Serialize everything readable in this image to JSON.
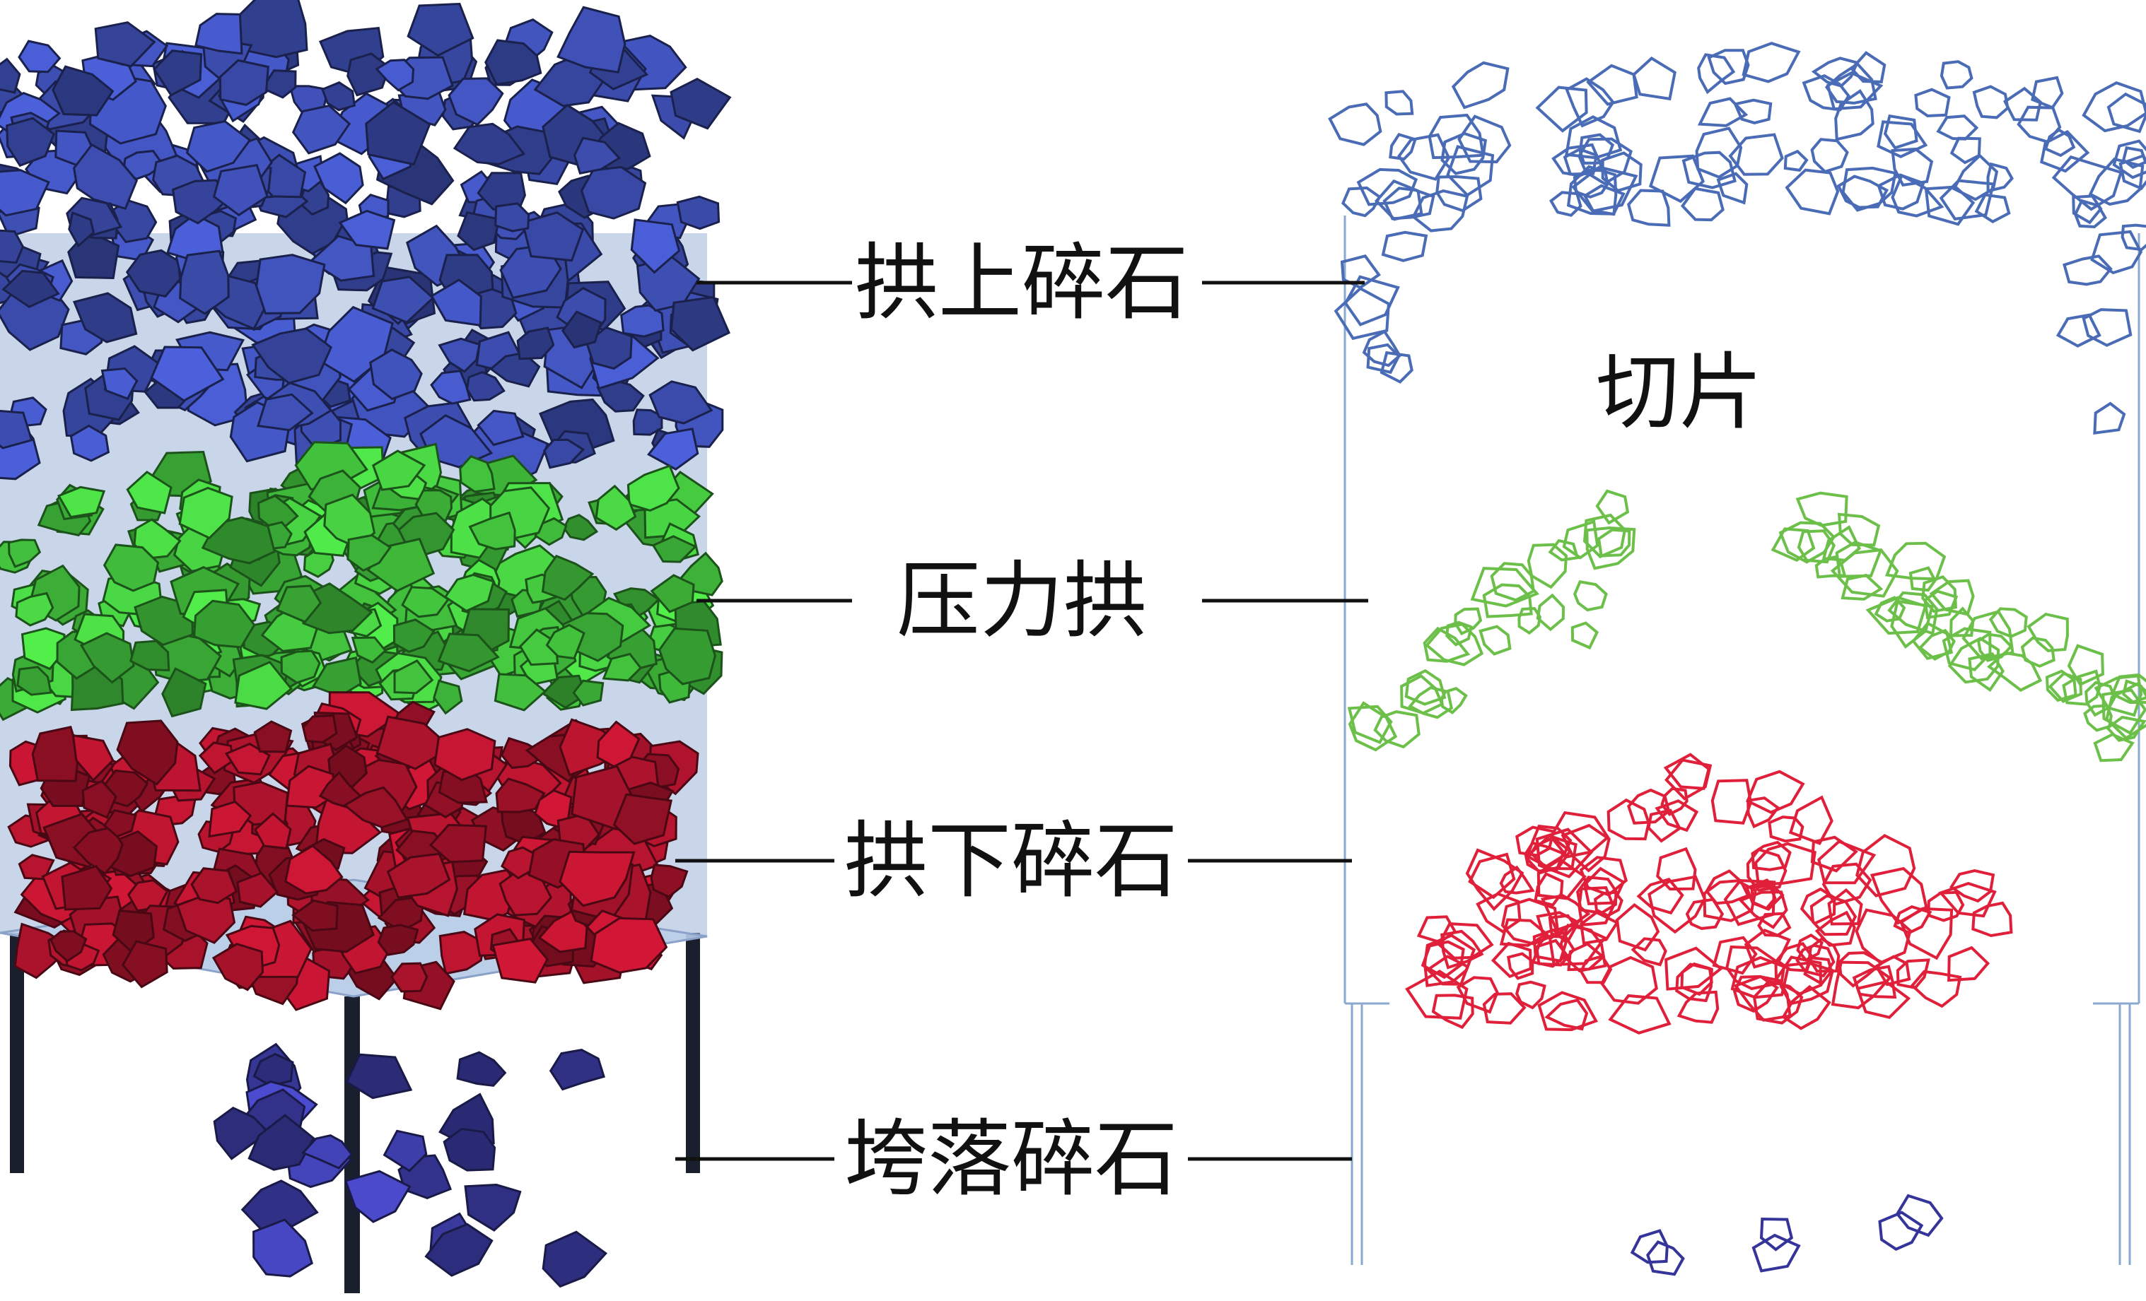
{
  "labels": {
    "upper": "拱上碎石",
    "arch": "压力拱",
    "lower": "拱下碎石",
    "fallen": "垮落碎石",
    "slice": "切片"
  },
  "colors": {
    "upper_gravel": "#3a4aa8",
    "arch_gravel": "#3fb83a",
    "lower_gravel": "#a3122a",
    "fallen_gravel": "#3a3aa0",
    "container": "#9db5d9",
    "outline_blue": "#4a6bb5",
    "outline_green": "#6cc04a",
    "outline_red": "#e0203a",
    "outline_fallen": "#34349a",
    "leader_line": "#111111"
  }
}
